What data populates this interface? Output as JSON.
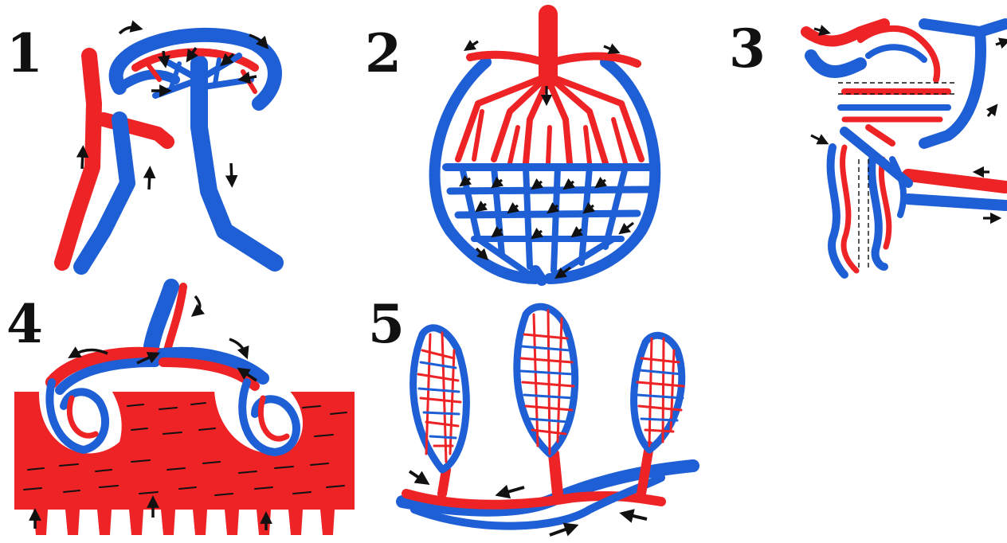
{
  "colors": {
    "artery": "#ee2326",
    "vein": "#1f5fd6",
    "arrow": "#111111",
    "background": "#ffffff"
  },
  "panels": [
    {
      "number": "1"
    },
    {
      "number": "2"
    },
    {
      "number": "3"
    },
    {
      "number": "4"
    },
    {
      "number": "5"
    }
  ]
}
